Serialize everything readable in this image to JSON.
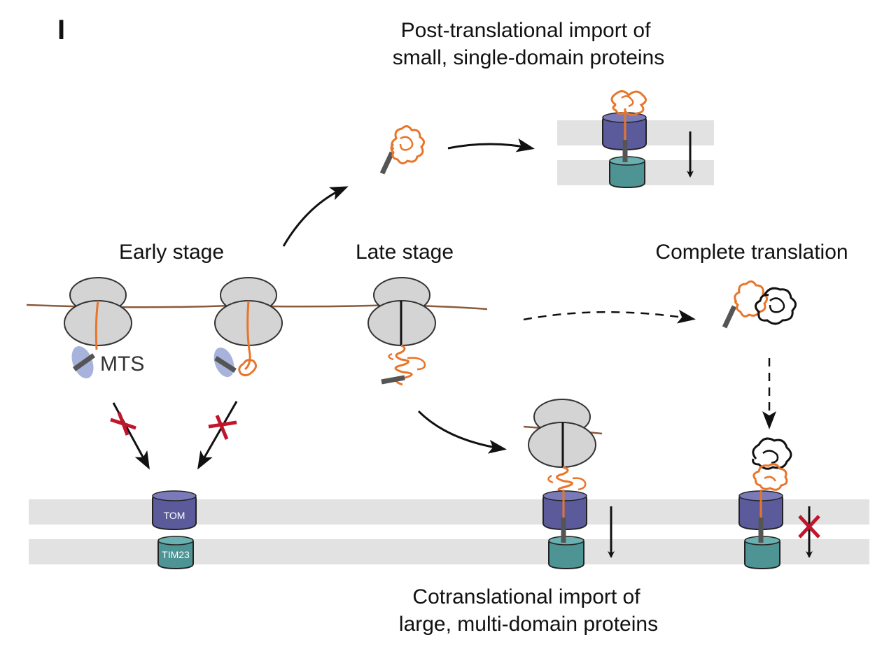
{
  "panel_letter": "I",
  "labels": {
    "post_translational_1": "Post-translational import of",
    "post_translational_2": "small, single-domain proteins",
    "early_stage": "Early stage",
    "late_stage": "Late stage",
    "complete_translation": "Complete translation",
    "mts": "MTS",
    "tom": "TOM",
    "tim23": "TIM23",
    "cotranslational_1": "Cotranslational import of",
    "cotranslational_2": "large, multi-domain proteins"
  },
  "colors": {
    "ribosome": "#d4d4d4",
    "membrane": "#e2e2e2",
    "tom": "#5b5b9c",
    "tim23": "#4e9494",
    "protein": "#e8752a",
    "mts": "#555555",
    "chaperone": "#a8b3dc",
    "blocked": "#c0162c",
    "mrna": "#8a5a3c"
  }
}
